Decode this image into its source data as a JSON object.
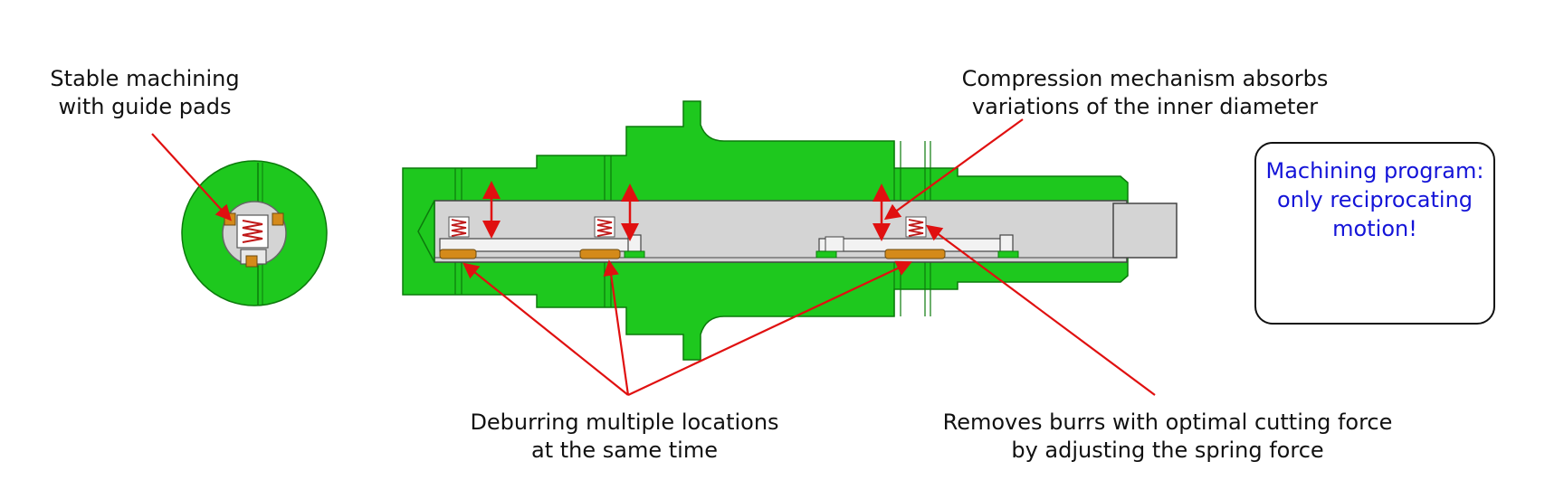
{
  "callouts": {
    "guide_pads": [
      "Stable machining",
      "with guide pads"
    ],
    "compression": [
      "Compression mechanism absorbs",
      "variations of the inner diameter"
    ],
    "deburring": [
      "Deburring multiple locations",
      "at the same time"
    ],
    "removes_burrs": [
      "Removes burrs with optimal cutting force",
      "by adjusting the spring force"
    ]
  },
  "program_box": {
    "lines": [
      "Machining program:",
      "only reciprocating",
      "motion!"
    ]
  },
  "colors": {
    "body_green": "#1ec81e",
    "shaft_gray": "#d4d4d4",
    "pad_orange": "#d48a1a",
    "spring_red": "#c01818",
    "callout_red": "#e01010",
    "program_blue": "#1414d8"
  }
}
